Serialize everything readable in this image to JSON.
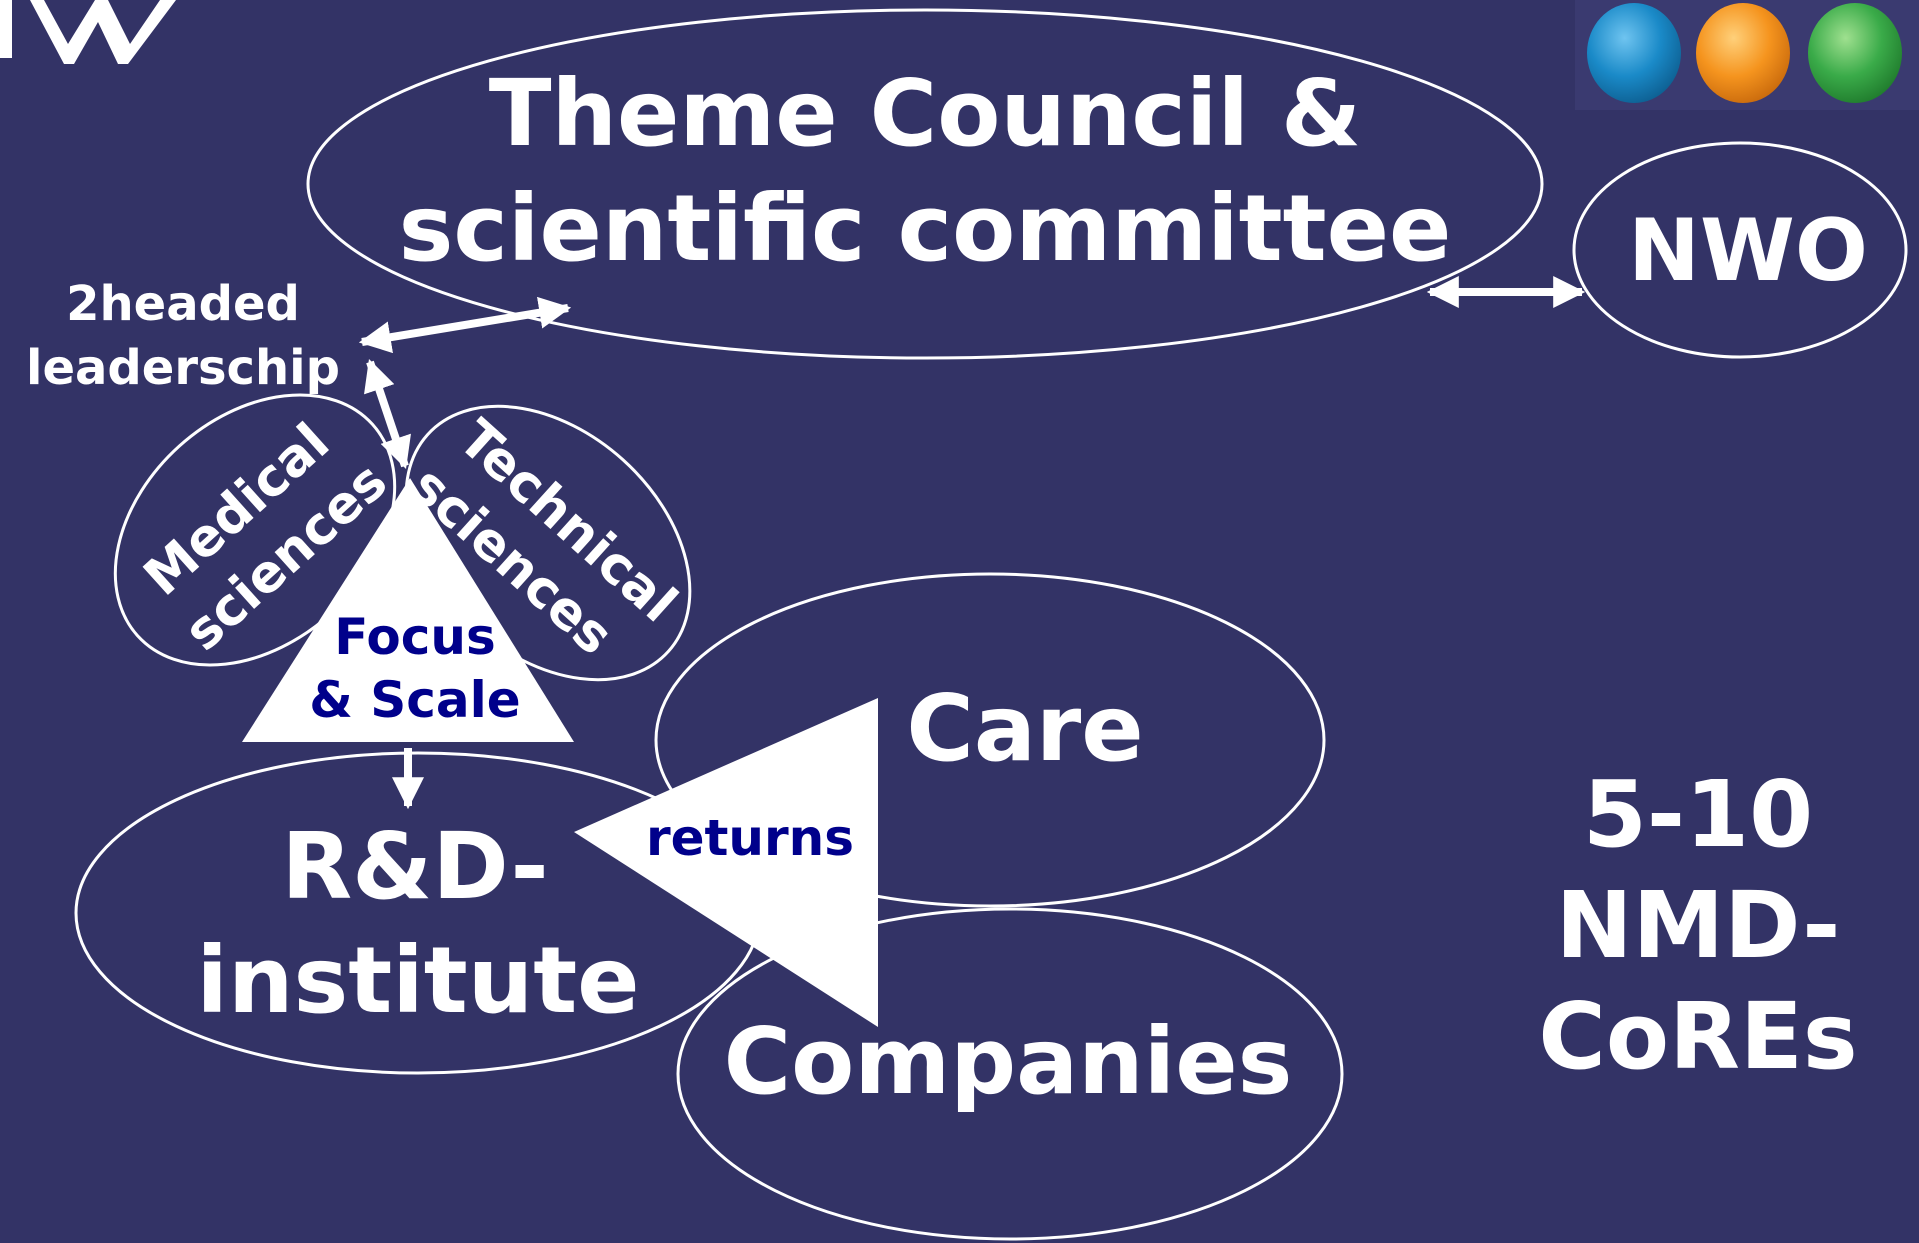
{
  "logo": {
    "letters": "W",
    "balls": [
      "#1a8ac8",
      "#f5941e",
      "#3aab49"
    ]
  },
  "theme_council": {
    "line1": "Theme Council &",
    "line2": "scientific committee"
  },
  "nwo": "NWO",
  "leadership": {
    "line1": "2headed",
    "line2": "leaderschip"
  },
  "medical": {
    "line1": "Medical",
    "line2": "sciences"
  },
  "technical": {
    "line1": "Technical",
    "line2": "sciences"
  },
  "focus": {
    "line1": "Focus",
    "line2": "& Scale"
  },
  "rd_institute": {
    "line1": "R&D-",
    "line2": "institute"
  },
  "returns": "returns",
  "care": "Care",
  "companies": "Companies",
  "cores": {
    "line1": "5-10",
    "line2": "NMD-",
    "line3": "CoREs"
  },
  "colors": {
    "background": "#333366",
    "foreground": "#ffffff",
    "inner_text": "#00008b"
  }
}
